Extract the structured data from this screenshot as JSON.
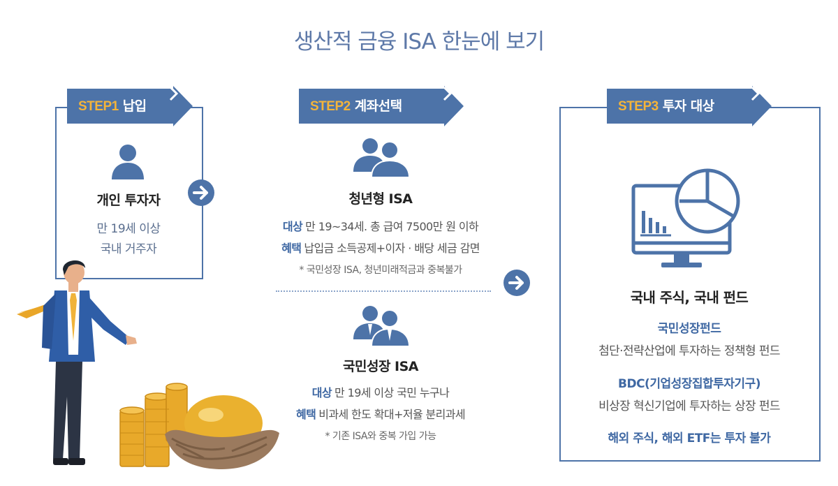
{
  "title": "생산적 금융 ISA 한눈에 보기",
  "colors": {
    "primary": "#4d73a8",
    "accent": "#f4b43a",
    "gold": "#e8a92a"
  },
  "step1": {
    "step_word": "STEP1",
    "step_label": "납입",
    "icon": "person-icon",
    "name": "개인 투자자",
    "lines": [
      "만 19세 이상",
      "국내 거주자"
    ]
  },
  "step2": {
    "step_word": "STEP2",
    "step_label": "계좌선택",
    "youth": {
      "icon": "group-icon",
      "name": "청년형 ISA",
      "target_key": "대상",
      "target_text": "만 19~34세. 총 급여 7500만 원 이하",
      "benefit_key": "혜택",
      "benefit_text": "납입금 소득공제+이자 · 배당 세금 감면",
      "note": "* 국민성장 ISA, 청년미래적금과 중복불가"
    },
    "national": {
      "icon": "group-icon",
      "name": "국민성장 ISA",
      "target_key": "대상",
      "target_text": "만 19세 이상 국민 누구나",
      "benefit_key": "혜택",
      "benefit_text": "비과세 한도 확대+저율 분리과세",
      "note": "* 기존 ISA와 중복 가입 가능"
    }
  },
  "step3": {
    "step_word": "STEP3",
    "step_label": "투자 대상",
    "icon": "monitor-chart-icon",
    "heading": "국내 주식, 국내 펀드",
    "fund1_title": "국민성장펀드",
    "fund1_desc": "첨단·전략산업에 투자하는 정책형 펀드",
    "fund2_title": "BDC(기업성장집합투자기구)",
    "fund2_desc": "비상장 혁신기업에 투자하는 상장 펀드",
    "footer": "해외 주식, 해외 ETF는 투자 불가"
  },
  "illustration": {
    "icons": [
      "businessman-icon",
      "coin-stack-icon",
      "golden-egg-nest-icon"
    ]
  }
}
